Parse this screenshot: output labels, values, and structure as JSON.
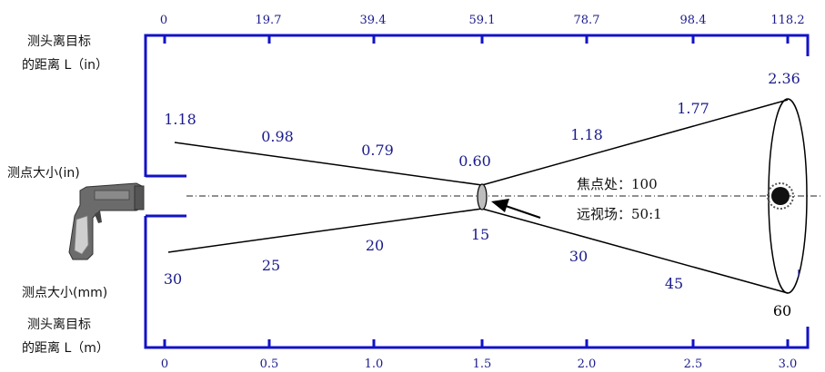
{
  "left_labels": {
    "distance_in_line1": "测头离目标",
    "distance_in_line2": "的距离 L（in）",
    "spot_in": "测点大小(in)",
    "spot_mm": "测点大小(mm)",
    "distance_m_line1": "测头离目标",
    "distance_m_line2": "的距离 L（m）"
  },
  "top_axis": {
    "ticks": [
      "0",
      "19.7",
      "39.4",
      "59.1",
      "78.7",
      "98.4",
      "118.2"
    ]
  },
  "bottom_axis": {
    "ticks": [
      "0",
      "0.5",
      "1.0",
      "1.5",
      "2.0",
      "2.5",
      "3.0"
    ]
  },
  "spot_sizes_in": [
    "1.18",
    "0.98",
    "0.79",
    "0.60",
    "1.18",
    "1.77",
    "2.36"
  ],
  "spot_sizes_mm": [
    "30",
    "25",
    "20",
    "15",
    "30",
    "45",
    "60"
  ],
  "focus_note": {
    "focus": "焦点处：100",
    "field_of_view": "远视场：50:1"
  },
  "colors": {
    "axis": "#1212c8",
    "value_text": "#1a1a8c",
    "lines": "#000000"
  }
}
